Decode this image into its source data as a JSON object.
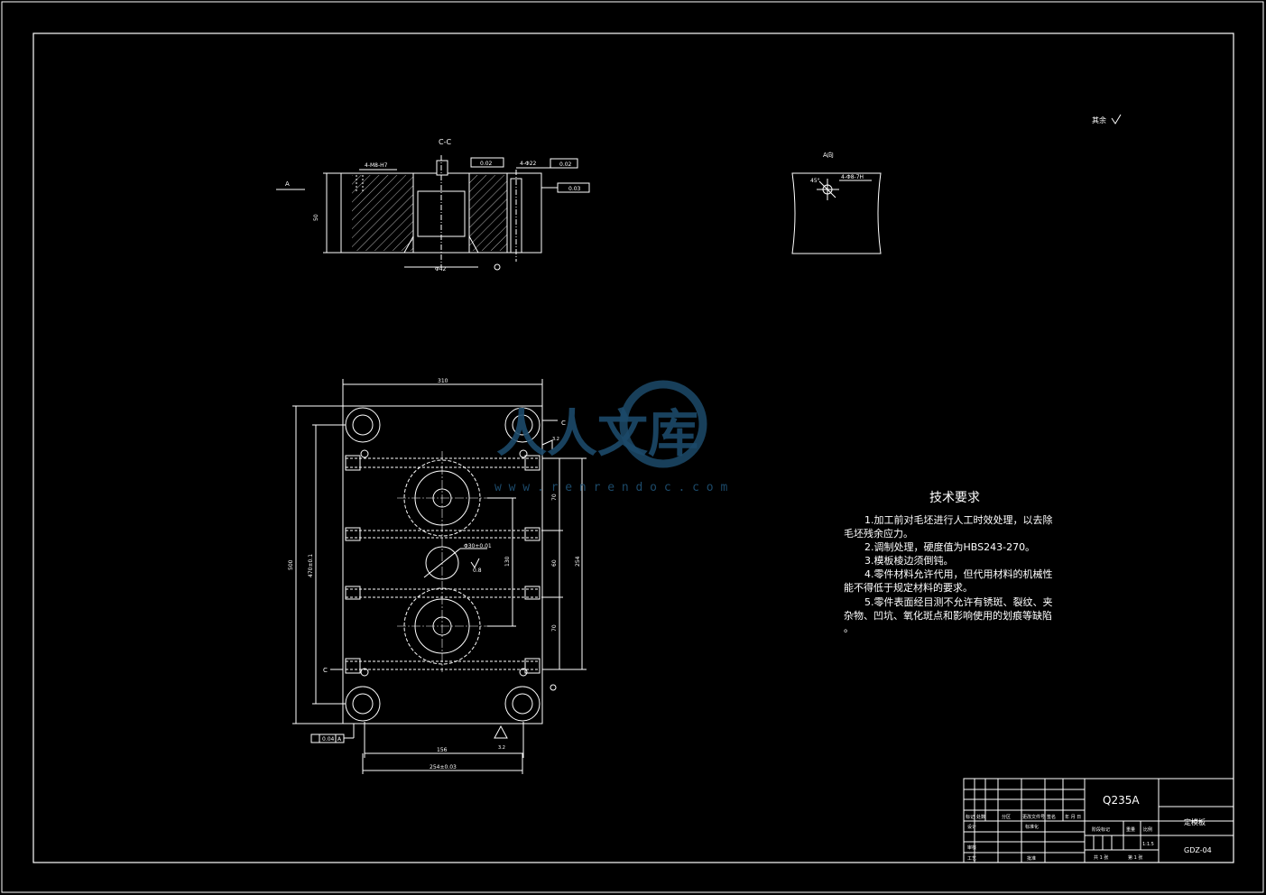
{
  "view_labels": {
    "section": "C-C",
    "arrow_view": "A向",
    "roughness_rest": "其余"
  },
  "section_view": {
    "annotation_thread": "4-M8-H7",
    "tolerance_parallel": "0.02",
    "tolerance_perp": "0.03",
    "tolerance_flat": "0.02",
    "hole_note": "4-Φ22",
    "datum_left": "A",
    "dim_height": "50",
    "dim_bottom": "Φ42"
  },
  "arrow_view_note": {
    "angle": "45°",
    "hole": "4-Φ8-7H"
  },
  "plan_view": {
    "dim_top": "310",
    "dim_left_outer": "500",
    "dim_left_inner": "470±0.1",
    "dim_right_1": "70",
    "dim_right_2": "60",
    "dim_right_3": "70",
    "dim_right_outer": "254",
    "dim_inner_vert": "130",
    "dim_bottom_inner": "156",
    "dim_bottom_outer": "254±0.03",
    "center_hole": "Φ30+0.01",
    "roughness": "0.8",
    "section_mark_top": "C",
    "section_mark_bottom": "C",
    "flatness": "0.04",
    "datum": "A",
    "roughness_right": "3.2",
    "roughness_bottom": "3.2"
  },
  "watermark": {
    "title": "人人文库",
    "url": "w w w . r e n r e n d o c . c o m"
  },
  "tech_requirements": {
    "heading": "技术要求",
    "items": [
      "1.加工前对毛坯进行人工时效处理，以去除",
      "毛坯残余应力。",
      "2.调制处理，硬度值为HBS243-270。",
      "3.模板棱边须倒钝。",
      "4.零件材料允许代用，但代用材料的机械性",
      "能不得低于规定材料的要求。",
      "5.零件表面经目测不允许有锈斑、裂纹、夹",
      "杂物、凹坑、氧化斑点和影响使用的划痕等缺陷",
      "。"
    ]
  },
  "title_block": {
    "material": "Q235A",
    "part_name": "定模板",
    "drawing_no": "GDZ-04",
    "row_labels": [
      "标记",
      "处数",
      "分区",
      "更改文件号",
      "签名",
      "年 月 日"
    ],
    "design": "设计",
    "standard": "标准化",
    "review": "审核",
    "process": "工艺",
    "approve": "批准",
    "stage": "阶段标记",
    "weight": "重量",
    "scale": "比例",
    "scale_value": "1:1.5",
    "sheets_total": "共 1 张",
    "sheet_no": "第 1 张"
  }
}
